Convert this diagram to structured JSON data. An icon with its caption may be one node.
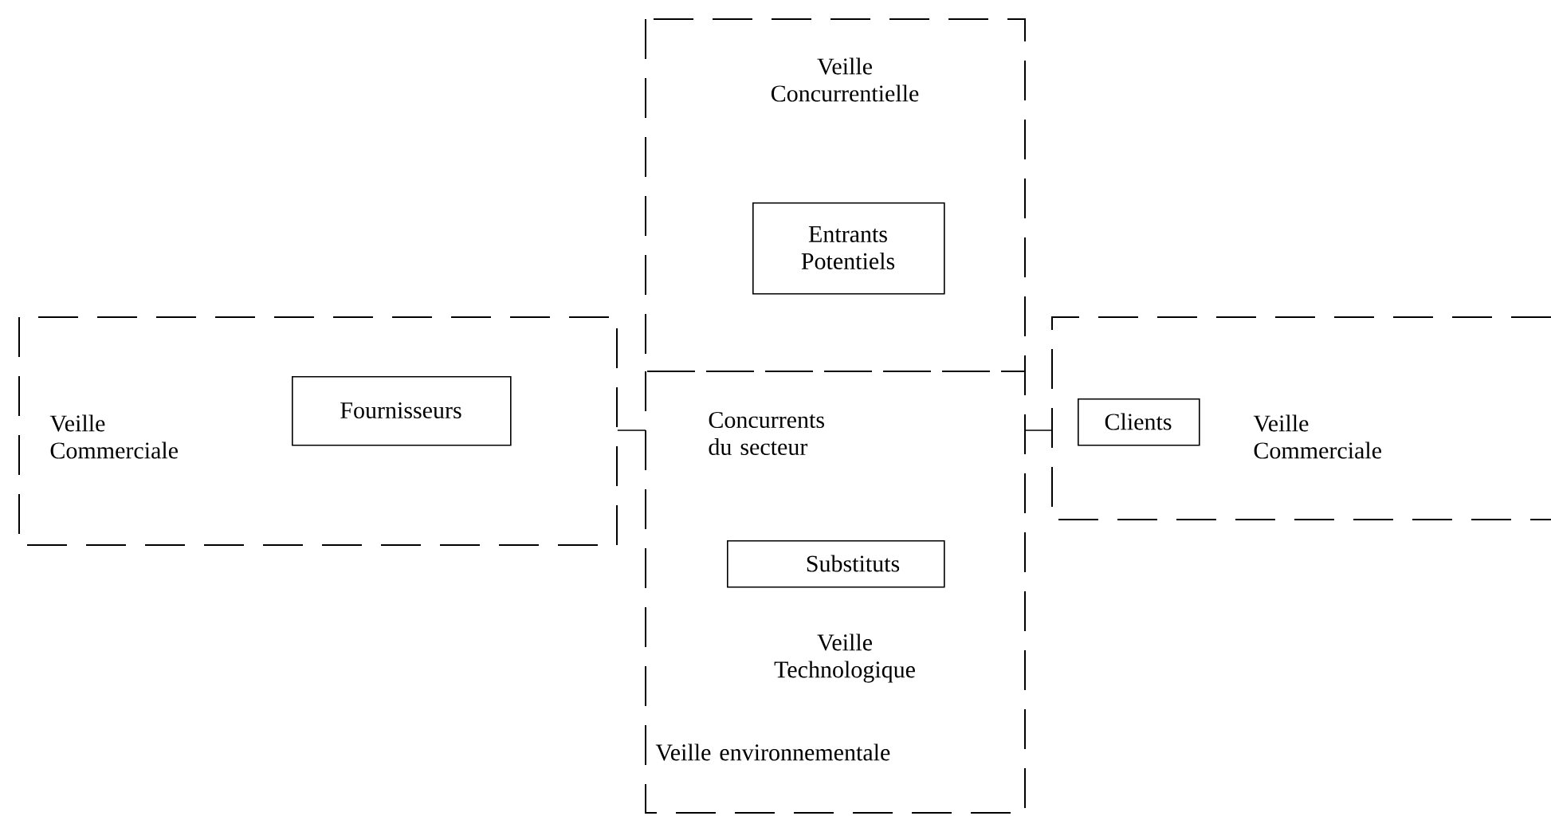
{
  "diagram": {
    "nodes": [
      {
        "text": [
          "Veille Concurrentielle"
        ]
      },
      {
        "text": [
          "Entrants Potentiels"
        ],
        "in": 0
      },
      {
        "text": [
          "Veille Commerciale"
        ]
      },
      {
        "text": [
          "Fournisseurs"
        ],
        "in": 2
      },
      {
        "text": [
          "Concurrents du secteur",
          "Veille Technologique",
          "Veille environnementale"
        ]
      },
      {
        "text": [
          "Substituts"
        ],
        "in": 4
      },
      {
        "text": [
          "Veille Commerciale"
        ]
      },
      {
        "text": [
          "Clients"
        ],
        "in": 6
      }
    ],
    "edges": [
      {
        "from": 2,
        "to": 4,
        "arrow": "none"
      },
      {
        "from": 4,
        "to": 6,
        "arrow": "none"
      }
    ]
  }
}
